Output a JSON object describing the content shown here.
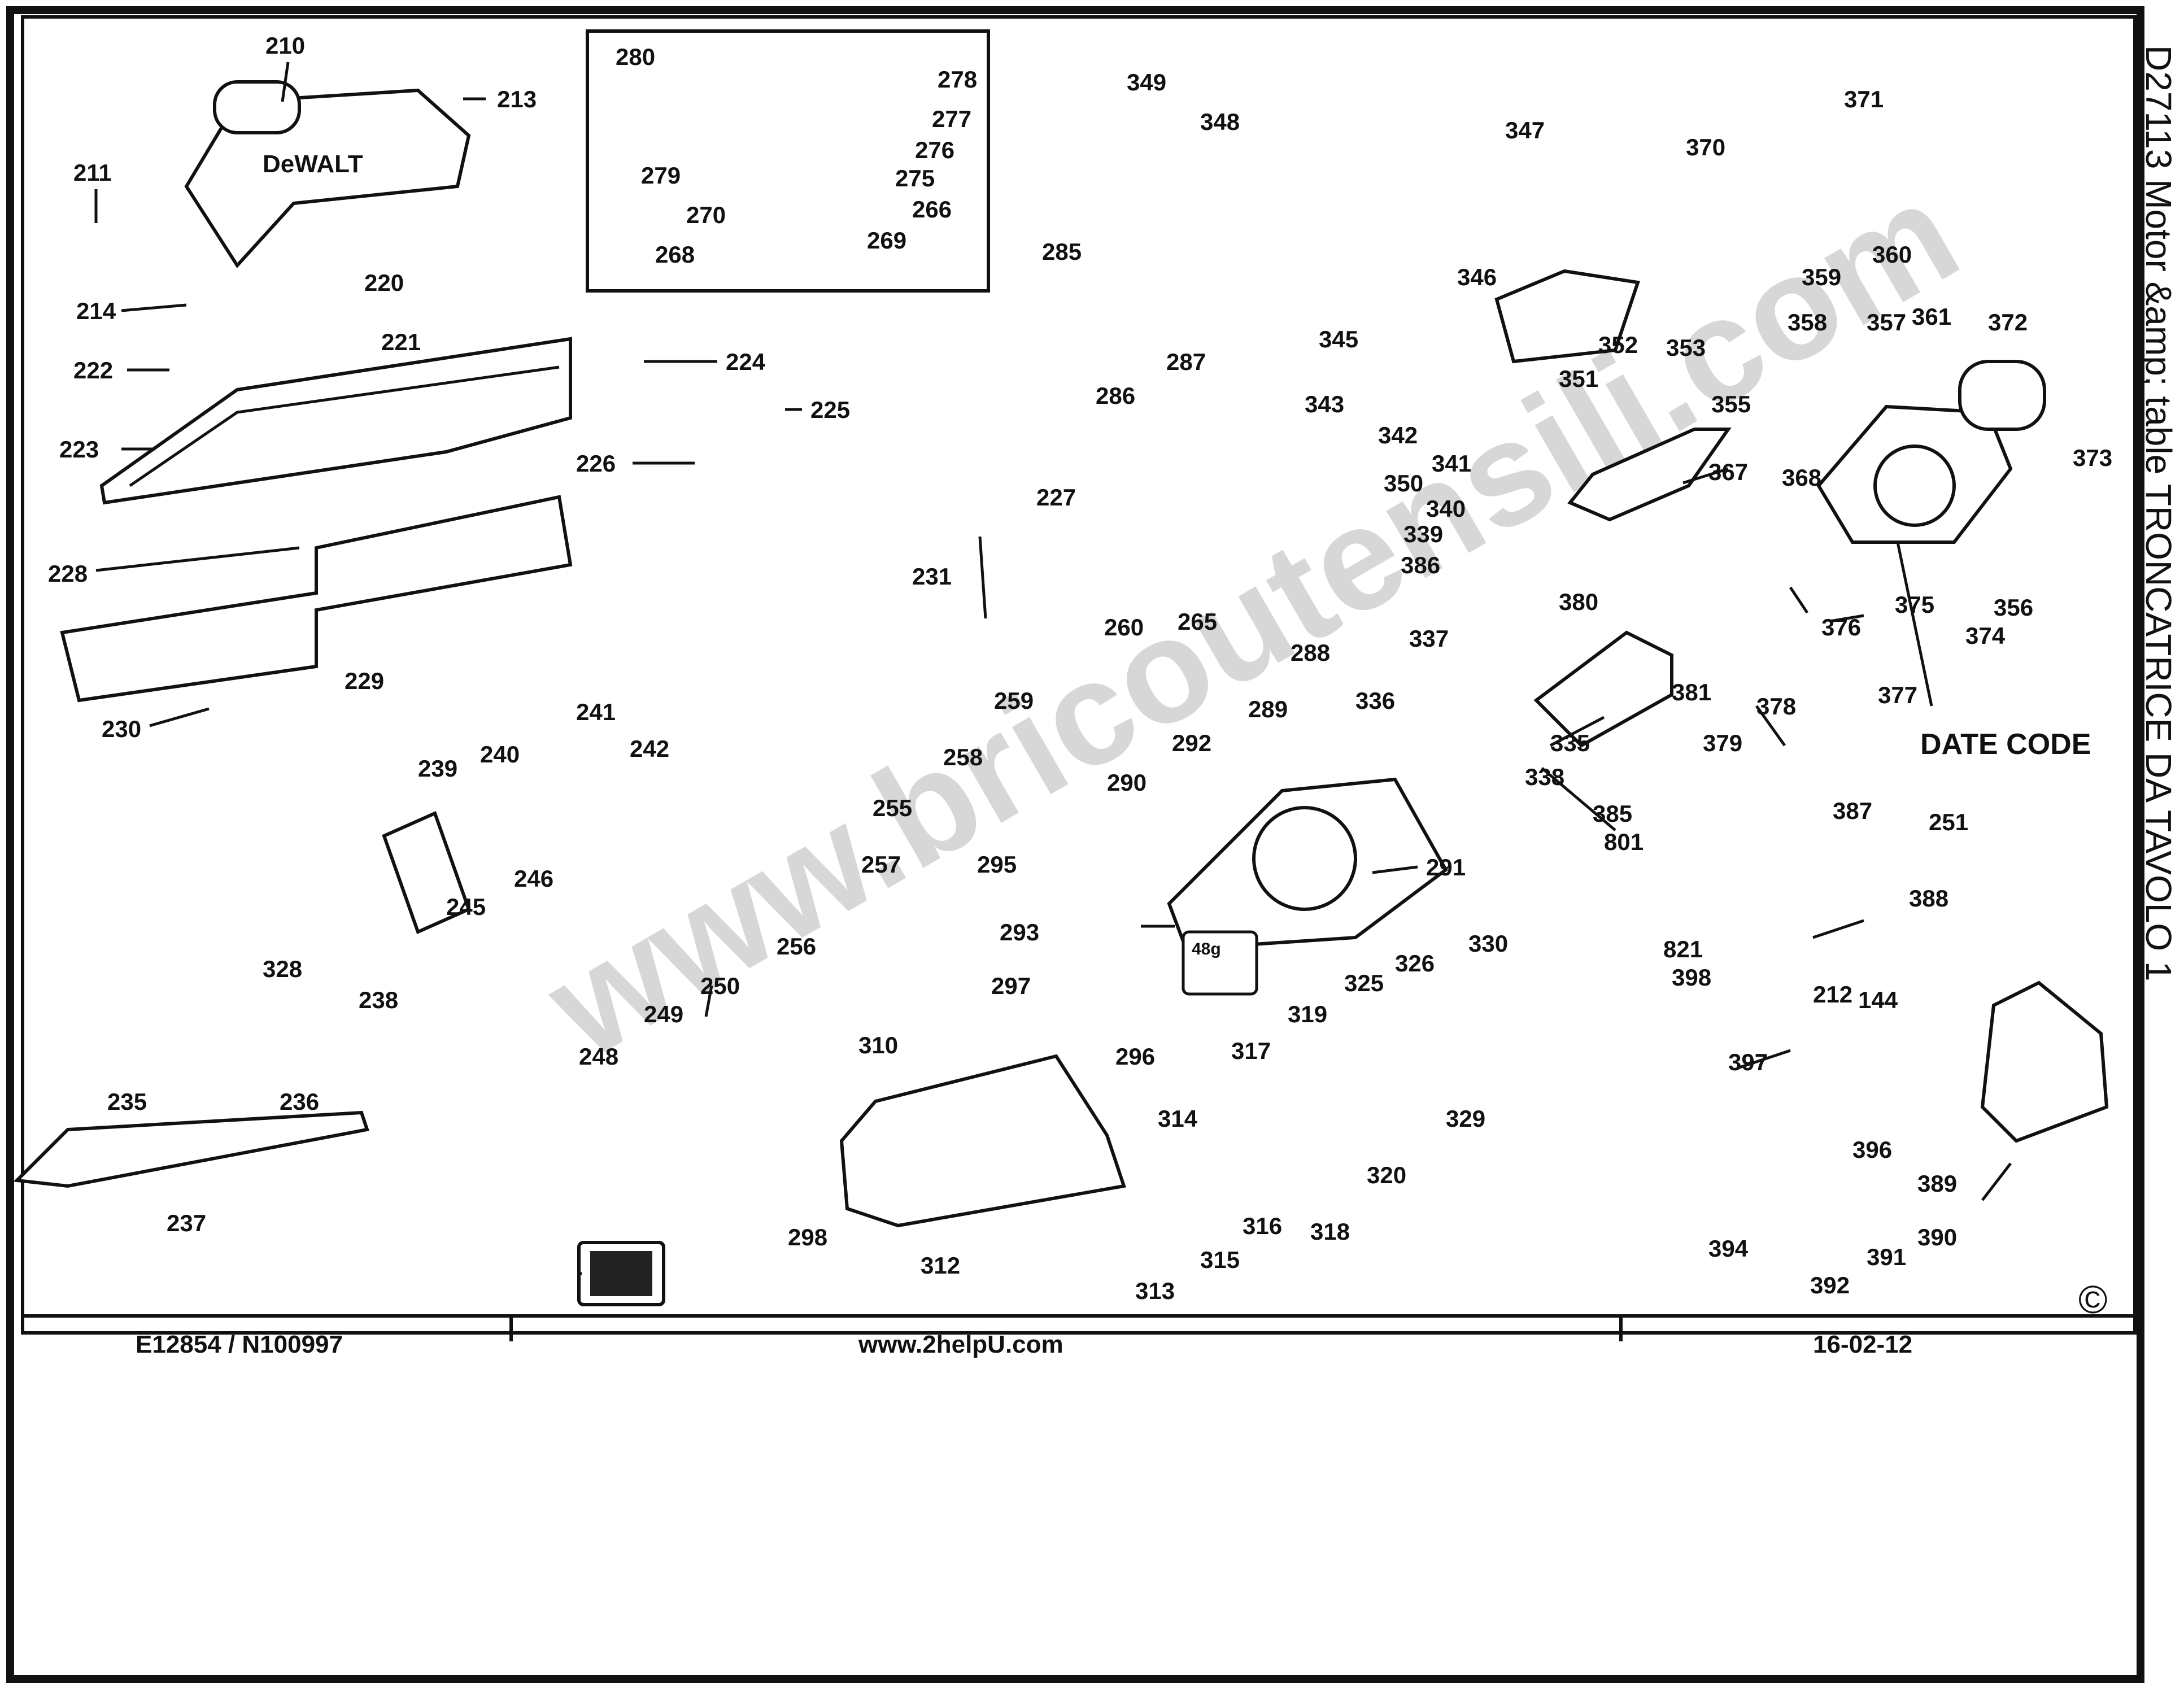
{
  "title": "D27113 Motor &amp; table TRONCATRICE DA TAVOLO 1",
  "watermark": "www.bricoutensili.com",
  "date_code_label": "DATE CODE",
  "footer": {
    "left": "E12854 / N100997",
    "center": "www.2helpU.com",
    "right": "16-02-12"
  },
  "copyright": "©",
  "box_tag": "48g",
  "parts": [
    "210",
    "211",
    "213",
    "214",
    "220",
    "221",
    "222",
    "223",
    "224",
    "225",
    "226",
    "227",
    "228",
    "229",
    "230",
    "231",
    "235",
    "236",
    "237",
    "238",
    "239",
    "240",
    "241",
    "242",
    "245",
    "246",
    "248",
    "249",
    "250",
    "251",
    "255",
    "256",
    "257",
    "258",
    "259",
    "260",
    "265",
    "266",
    "268",
    "269",
    "270",
    "275",
    "276",
    "277",
    "278",
    "279",
    "280",
    "285",
    "286",
    "287",
    "288",
    "289",
    "290",
    "291",
    "292",
    "293",
    "295",
    "296",
    "297",
    "298",
    "310",
    "312",
    "313",
    "314",
    "315",
    "316",
    "317",
    "318",
    "319",
    "320",
    "325",
    "326",
    "328",
    "329",
    "330",
    "335",
    "336",
    "337",
    "338",
    "339",
    "340",
    "341",
    "342",
    "343",
    "345",
    "346",
    "347",
    "348",
    "349",
    "350",
    "351",
    "352",
    "353",
    "355",
    "356",
    "357",
    "358",
    "359",
    "360",
    "361",
    "367",
    "368",
    "370",
    "371",
    "372",
    "373",
    "374",
    "375",
    "376",
    "377",
    "378",
    "379",
    "380",
    "381",
    "385",
    "386",
    "387",
    "388",
    "389",
    "390",
    "391",
    "392",
    "394",
    "396",
    "397",
    "398",
    "144",
    "212",
    "801",
    "821"
  ]
}
